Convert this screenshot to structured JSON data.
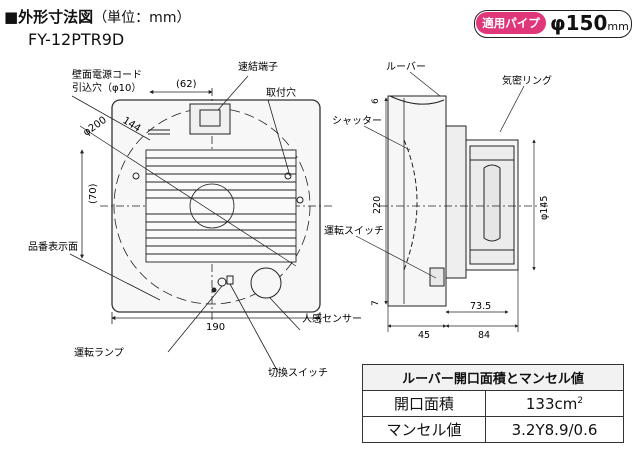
{
  "header": {
    "title": "■外形寸法図",
    "unit": "（単位：mm）",
    "model": "FY-12PTR9D"
  },
  "pipe": {
    "tag": "適用パイプ",
    "value": "φ150",
    "unit": "mm",
    "tag_color": "#e0367a"
  },
  "front_view": {
    "labels": {
      "cord_hole": "壁面電源コード",
      "cord_hole2": "引込穴（φ10）",
      "terminal": "速結端子",
      "mount_hole": "取付穴",
      "model_label_surface": "品番表示面",
      "run_lamp": "運転ランプ",
      "switch": "切換スイッチ",
      "sensor": "人感センサー"
    },
    "dims": {
      "d62": "(62)",
      "d200": "φ200",
      "d144": "144",
      "d70": "(70)",
      "d190": "190"
    }
  },
  "side_view": {
    "labels": {
      "louver": "ルーバー",
      "ring": "気密リング",
      "shutter": "シャッター",
      "run_switch": "運転スイッチ"
    },
    "dims": {
      "d6": "6",
      "d220": "220",
      "d145": "φ145",
      "d7": "7",
      "d73_5": "73.5",
      "d45": "45",
      "d84": "84"
    }
  },
  "table": {
    "title": "ルーバー開口面積とマンセル値",
    "rows": [
      {
        "key": "開口面積",
        "value": "133cm",
        "sup": "2"
      },
      {
        "key": "マンセル値",
        "value": "3.2Y8.9/0.6",
        "sup": ""
      }
    ]
  }
}
